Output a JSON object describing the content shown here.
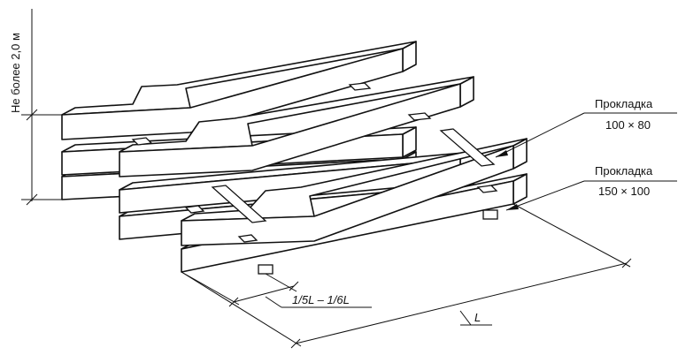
{
  "labels": {
    "height_limit": "Не более 2,0 м",
    "pad_top_title": "Прокладка",
    "pad_top_size": "100 × 80",
    "pad_bottom_title": "Прокладка",
    "pad_bottom_size": "150 × 100",
    "overhang_dim": "1/5L – 1/6L",
    "length_dim": "L"
  }
}
